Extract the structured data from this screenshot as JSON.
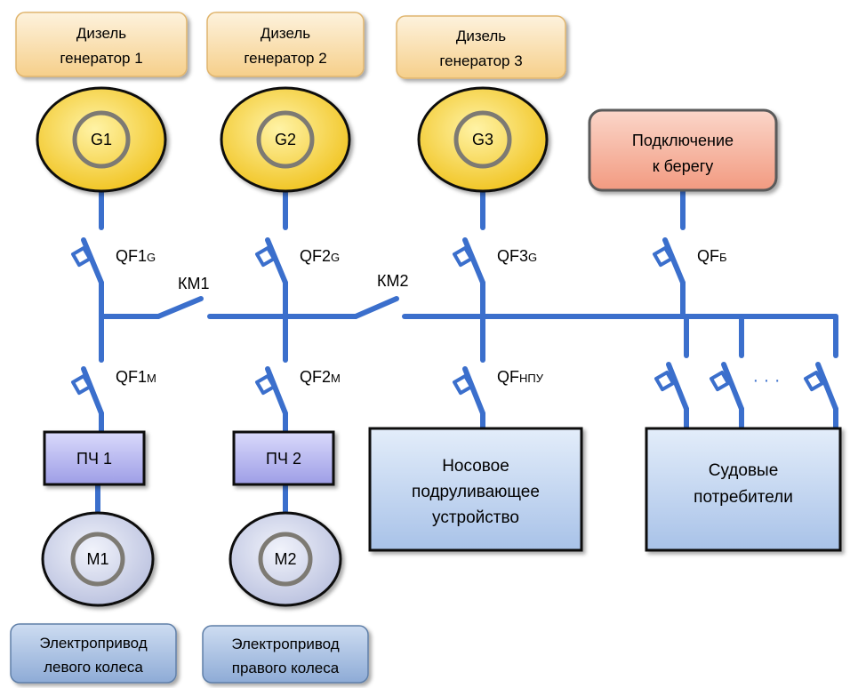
{
  "generators": [
    {
      "title_line1": "Дизель",
      "title_line2": "генератор 1",
      "symbol": "G1",
      "breaker": "QF1",
      "breaker_sub": "G"
    },
    {
      "title_line1": "Дизель",
      "title_line2": "генератор 2",
      "symbol": "G2",
      "breaker": "QF2",
      "breaker_sub": "G"
    },
    {
      "title_line1": "Дизель",
      "title_line2": "генератор 3",
      "symbol": "G3",
      "breaker": "QF3",
      "breaker_sub": "G"
    }
  ],
  "shore": {
    "line1": "Подключение",
    "line2": "к берегу",
    "breaker": "QF",
    "breaker_sub": "Б"
  },
  "bus_couplers": {
    "km1": "КМ1",
    "km2": "КМ2"
  },
  "motor_breakers": [
    {
      "main": "QF1",
      "sub": "M"
    },
    {
      "main": "QF2",
      "sub": "M"
    }
  ],
  "thruster_breaker": {
    "main": "QF",
    "sub": "НПУ"
  },
  "converters": [
    "ПЧ 1",
    "ПЧ 2"
  ],
  "motors": [
    "M1",
    "M2"
  ],
  "drives": [
    {
      "line1": "Электропривод",
      "line2": "левого колеса"
    },
    {
      "line1": "Электропривод",
      "line2": "правого колеса"
    }
  ],
  "thruster": {
    "line1": "Носовое",
    "line2": "подруливающее",
    "line3": "устройство"
  },
  "consumers": {
    "line1": "Судовые",
    "line2": "потребители",
    "ellipsis": "· · ·"
  },
  "colors": {
    "wire": "#3b6fcc",
    "generator_fill": "#f2cf2e",
    "generator_ring": "#7d7a73",
    "title_box": "#fbe3b8",
    "shore_box": "#f7b7a3",
    "converter_box": "#b8b8f0",
    "device_box": "#bcd2ef",
    "motor_fill": "#c9cfe8",
    "drive_box": "#a9c2e3"
  }
}
